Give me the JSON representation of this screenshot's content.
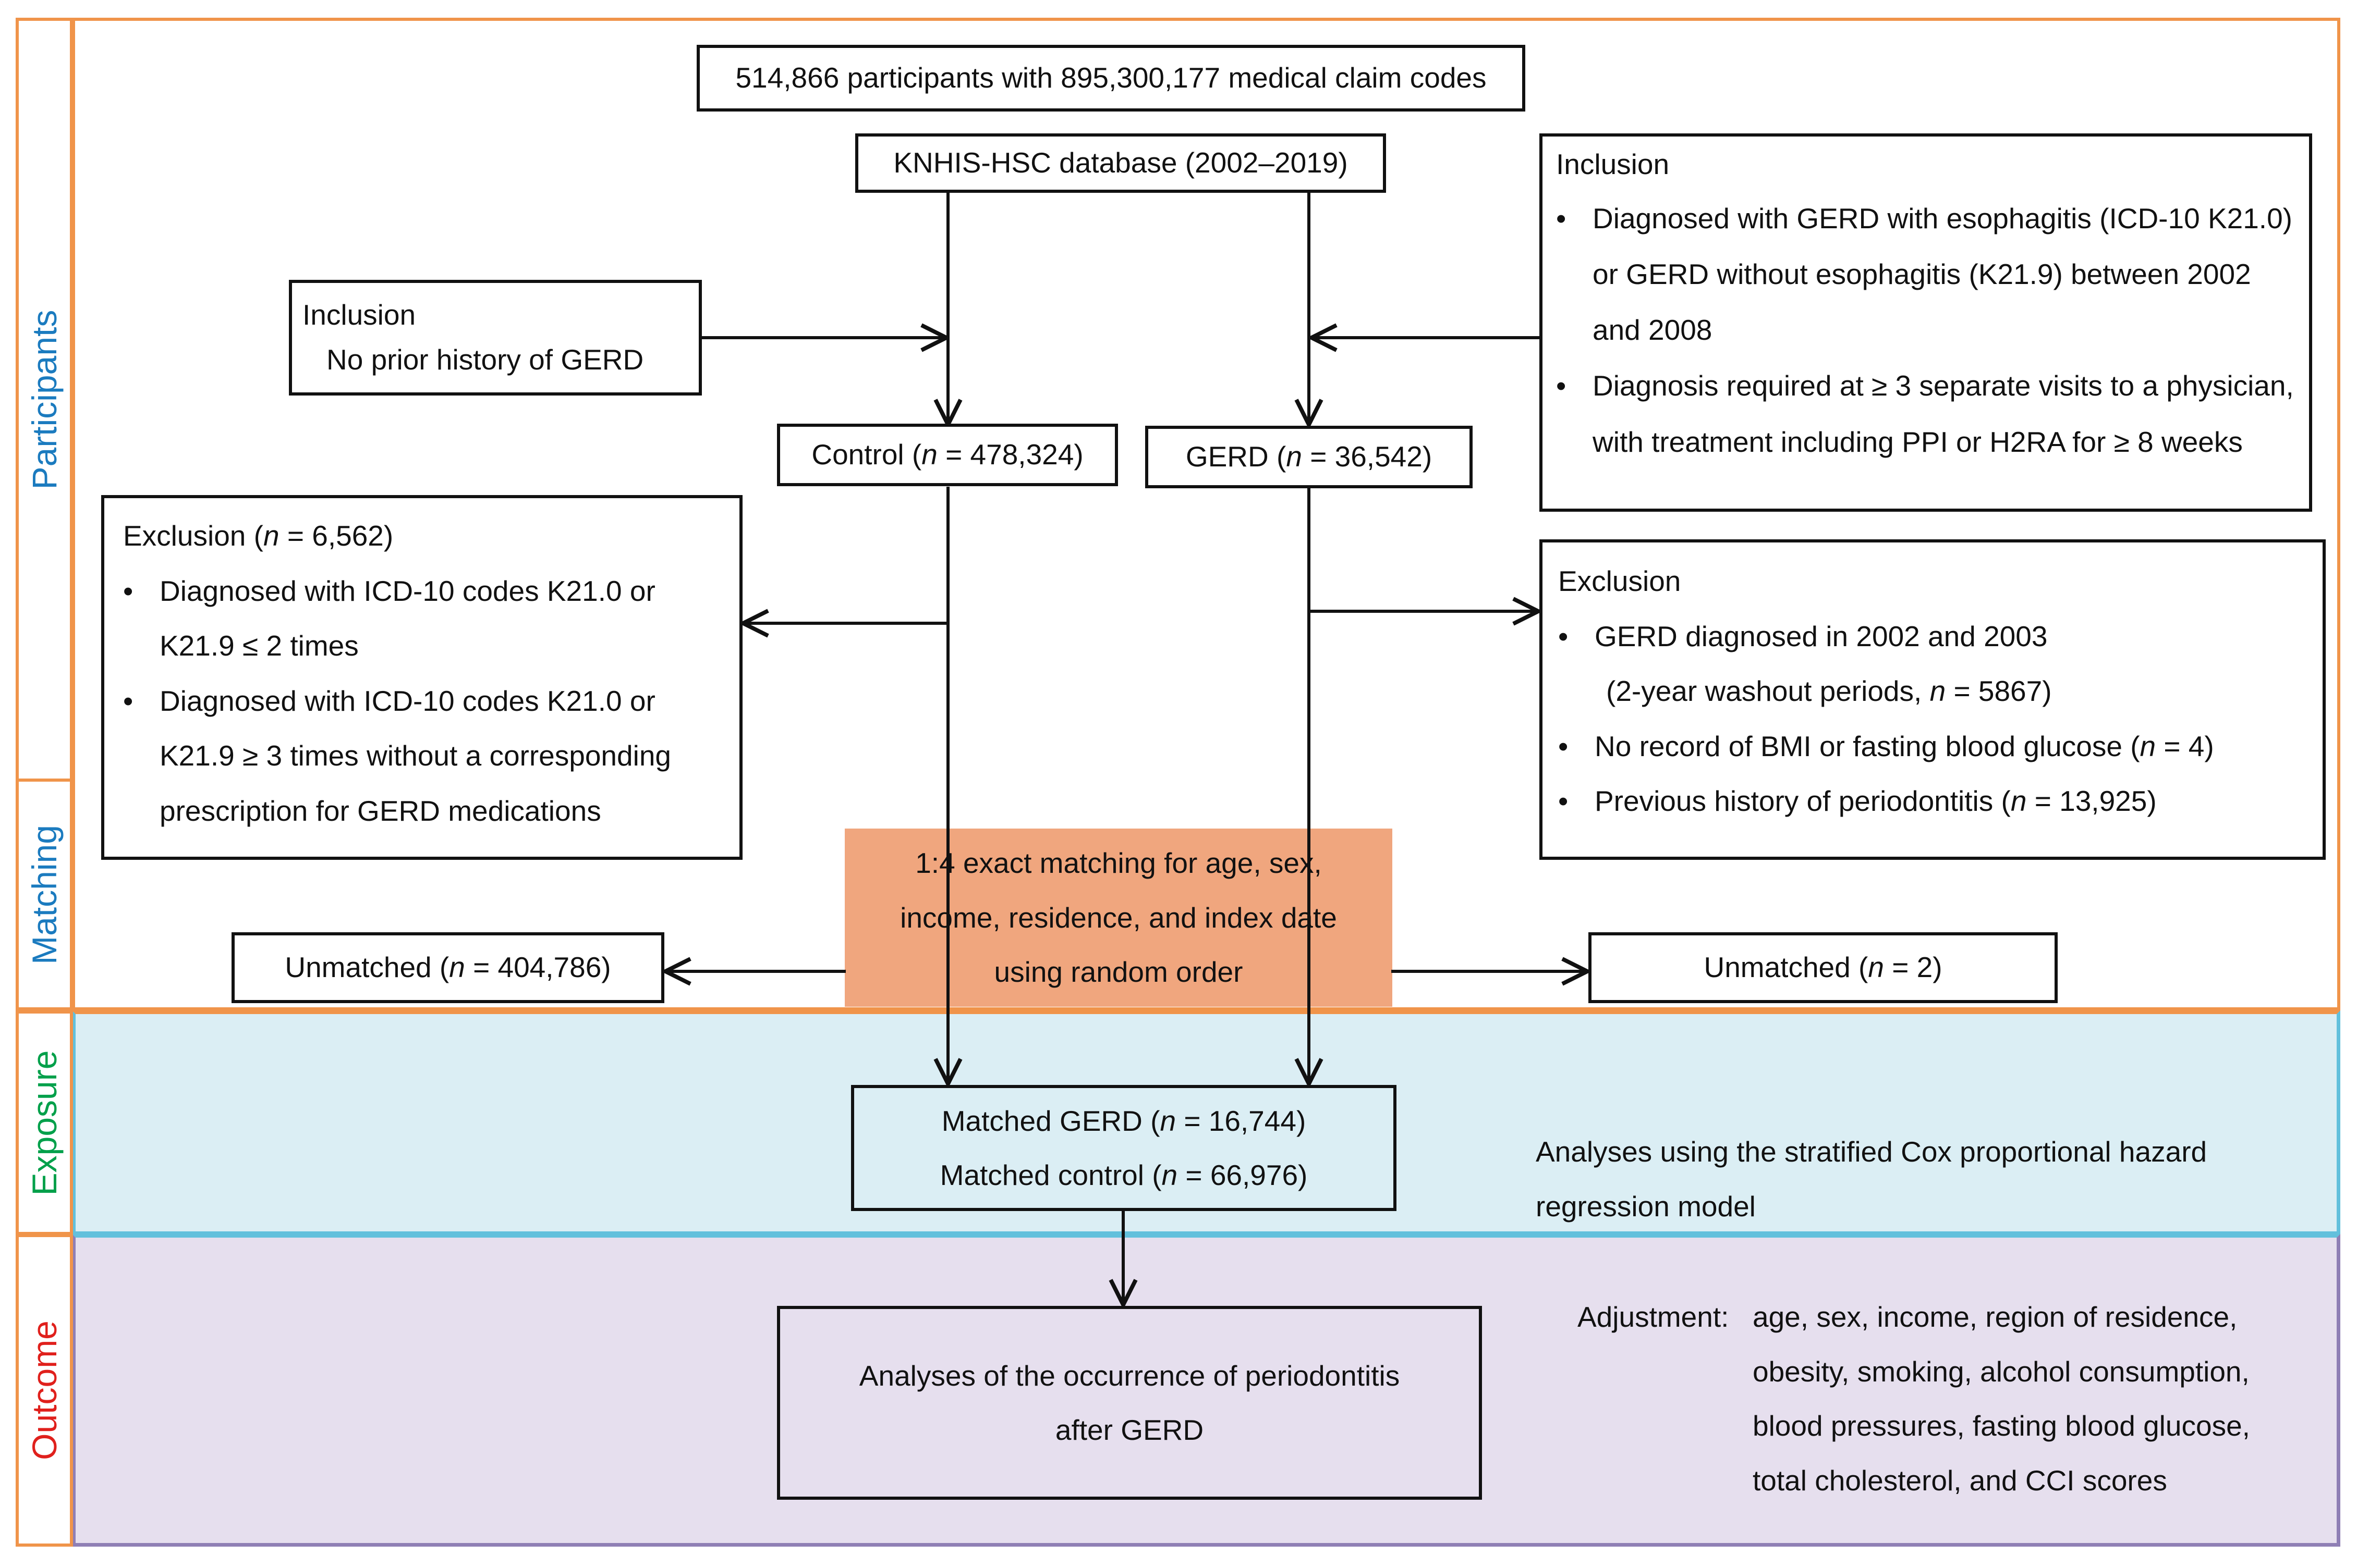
{
  "colors": {
    "frame": "#f0944a",
    "exposure_bg": "#dbeef4",
    "exposure_border": "#62c0dc",
    "outcome_bg": "#e6dfee",
    "outcome_border": "#8f7fb5",
    "matching_box": "#f0a67e",
    "label_participants": "#1b7bbf",
    "label_matching": "#1b7bbf",
    "label_exposure": "#00a04a",
    "label_outcome": "#e0201c"
  },
  "sections": {
    "participants": "Participants",
    "matching": "Matching",
    "exposure": "Exposure",
    "outcome": "Outcome"
  },
  "source": "514,866 participants with 895,300,177 medical claim codes",
  "database": "KNHIS-HSC database (2002–2019)",
  "control_inclusion": {
    "title": "Inclusion",
    "item": "No prior history  of GERD"
  },
  "gerd_inclusion": {
    "title": "Inclusion",
    "items": [
      "Diagnosed with GERD with esophagitis (ICD-10 K21.0) or GERD without esophagitis (K21.9) between 2002 and 2008",
      "Diagnosis required at ≥ 3 separate visits to a physician, with treatment including PPI or H2RA for ≥ 8 weeks"
    ]
  },
  "control_group": {
    "label": "Control (",
    "n": "n",
    "value": " = 478,324)"
  },
  "gerd_group": {
    "label": "GERD (",
    "n": "n",
    "value": " = 36,542)"
  },
  "control_exclusion": {
    "title": "Exclusion  (",
    "n": "n",
    "value": " = 6,562)",
    "items": [
      "Diagnosed with ICD-10 codes K21.0 or K21.9 ≤ 2 times",
      "Diagnosed with ICD-10 codes K21.0 or K21.9 ≥ 3 times without  a corresponding prescription for GERD medications"
    ]
  },
  "gerd_exclusion": {
    "title": "Exclusion",
    "item1": "GERD diagnosed in 2002 and 2003",
    "item1b_pre": "(2-year washout periods, ",
    "item1b_n": "n",
    "item1b_post": " = 5867)",
    "item2_pre": "No record of  BMI or fasting blood glucose   (",
    "item2_n": "n",
    "item2_post": " = 4)",
    "item3_pre": "Previous history  of periodontitis (",
    "item3_n": "n",
    "item3_post": " = 13,925)"
  },
  "matching_method": [
    "1:4 exact matching for age, sex,",
    "income, residence, and index date",
    "using random order"
  ],
  "unmatched_control": {
    "pre": "Unmatched  (",
    "n": "n",
    "post": " = 404,786)"
  },
  "unmatched_gerd": {
    "pre": "Unmatched  (",
    "n": "n",
    "post": " = 2)"
  },
  "matched": {
    "gerd_pre": "Matched GERD (",
    "gerd_n": "n",
    "gerd_post": " = 16,744)",
    "control_pre": "Matched control (",
    "control_n": "n",
    "control_post": " = 66,976)"
  },
  "analysis_note": [
    "Analyses using the stratified Cox proportional hazard",
    "regression model"
  ],
  "outcome_box": [
    "Analyses of the occurrence of periodontitis",
    "after GERD"
  ],
  "adjustment": {
    "label": "Adjustment:",
    "lines": [
      "age, sex, income, region of residence,",
      "obesity, smoking, alcohol consumption,",
      "blood pressures, fasting blood glucose,",
      "total cholesterol, and CCI scores"
    ]
  }
}
